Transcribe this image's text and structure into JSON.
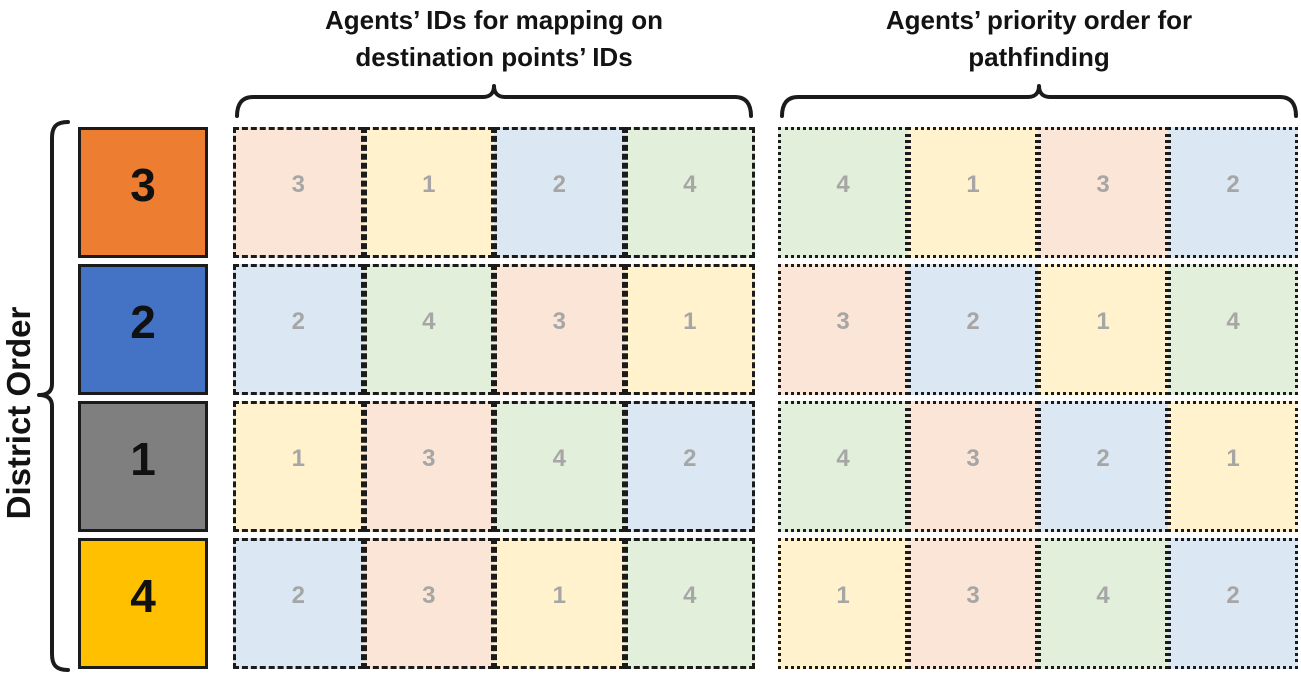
{
  "figure": {
    "left": {
      "axis_label": "District Order",
      "districts": [
        {
          "value": "3",
          "color": "#ED7D31"
        },
        {
          "value": "2",
          "color": "#4472C4"
        },
        {
          "value": "1",
          "color": "#7F7F7F"
        },
        {
          "value": "4",
          "color": "#FFC000"
        }
      ]
    },
    "mapping_grid": {
      "title_line1": "Agents’ IDs for mapping on",
      "title_line2": "destination points’ IDs",
      "border_style": "dashed",
      "rows": [
        [
          {
            "value": "3",
            "tint": "pink"
          },
          {
            "value": "1",
            "tint": "yellow"
          },
          {
            "value": "2",
            "tint": "blue"
          },
          {
            "value": "4",
            "tint": "green"
          }
        ],
        [
          {
            "value": "2",
            "tint": "blue"
          },
          {
            "value": "4",
            "tint": "green"
          },
          {
            "value": "3",
            "tint": "pink"
          },
          {
            "value": "1",
            "tint": "yellow"
          }
        ],
        [
          {
            "value": "1",
            "tint": "yellow"
          },
          {
            "value": "3",
            "tint": "pink"
          },
          {
            "value": "4",
            "tint": "green"
          },
          {
            "value": "2",
            "tint": "blue"
          }
        ],
        [
          {
            "value": "2",
            "tint": "blue"
          },
          {
            "value": "3",
            "tint": "pink"
          },
          {
            "value": "1",
            "tint": "yellow"
          },
          {
            "value": "4",
            "tint": "green"
          }
        ]
      ]
    },
    "priority_grid": {
      "title_line1": "Agents’ priority order for",
      "title_line2": "pathfinding",
      "border_style": "dotted",
      "rows": [
        [
          {
            "value": "4",
            "tint": "green"
          },
          {
            "value": "1",
            "tint": "yellow"
          },
          {
            "value": "3",
            "tint": "pink"
          },
          {
            "value": "2",
            "tint": "blue"
          }
        ],
        [
          {
            "value": "3",
            "tint": "pink"
          },
          {
            "value": "2",
            "tint": "blue"
          },
          {
            "value": "1",
            "tint": "yellow"
          },
          {
            "value": "4",
            "tint": "green"
          }
        ],
        [
          {
            "value": "4",
            "tint": "green"
          },
          {
            "value": "3",
            "tint": "pink"
          },
          {
            "value": "2",
            "tint": "blue"
          },
          {
            "value": "1",
            "tint": "yellow"
          }
        ],
        [
          {
            "value": "1",
            "tint": "yellow"
          },
          {
            "value": "3",
            "tint": "pink"
          },
          {
            "value": "4",
            "tint": "green"
          },
          {
            "value": "2",
            "tint": "blue"
          }
        ]
      ]
    },
    "palette": {
      "pink": "#FBE5D6",
      "yellow": "#FFF2CC",
      "blue": "#DBE8F4",
      "green": "#E2EFDA",
      "cell_number": "#A6A6A6",
      "line": "#1B1B1B"
    }
  }
}
